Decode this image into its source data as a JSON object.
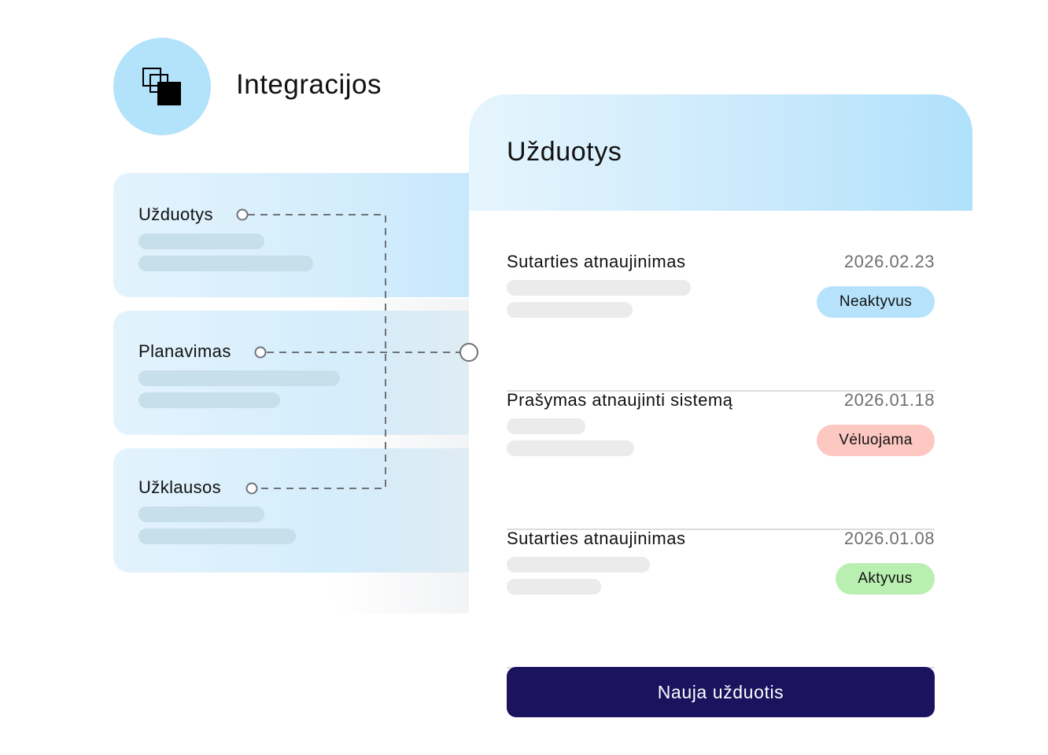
{
  "app": {
    "title": "Integracijos",
    "logo_icon": "layered-squares-icon"
  },
  "sources": [
    {
      "label": "Užduotys"
    },
    {
      "label": "Planavimas"
    },
    {
      "label": "Užklausos"
    }
  ],
  "panel": {
    "title": "Užduotys",
    "tasks": [
      {
        "name": "Sutarties atnaujinimas",
        "date": "2026.02.23",
        "status": "Neaktyvus",
        "status_color": "#b6e2fb"
      },
      {
        "name": "Prašymas atnaujinti sistemą",
        "date": "2026.01.18",
        "status": "Vėluojama",
        "status_color": "#fcc8c1"
      },
      {
        "name": "Sutarties atnaujinimas",
        "date": "2026.01.08",
        "status": "Aktyvus",
        "status_color": "#b9efb0"
      }
    ],
    "new_task_label": "Nauja užduotis"
  },
  "colors": {
    "accent": "#1b135e",
    "header_blue": "#b3e2fb"
  }
}
